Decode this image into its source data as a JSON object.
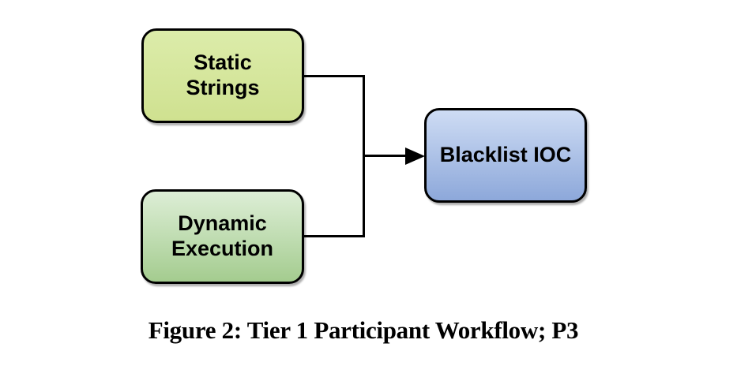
{
  "figure": {
    "caption": "Figure 2: Tier 1 Participant Workflow; P3",
    "background": "#ffffff",
    "connector_color": "#000000",
    "nodes": [
      {
        "id": "static-strings",
        "label": "Static Strings",
        "fill_top": "#dcecaa",
        "fill_bottom": "#cfe190",
        "border_color": "#000000"
      },
      {
        "id": "dynamic-execution",
        "label": "Dynamic Execution",
        "fill_top": "#ddeed6",
        "fill_bottom": "#a4cc8f",
        "border_color": "#000000"
      },
      {
        "id": "blacklist-ioc",
        "label": "Blacklist IOC",
        "fill_top": "#cedcf4",
        "fill_bottom": "#8da8da",
        "border_color": "#000000"
      }
    ],
    "edges": [
      {
        "from": "static-strings",
        "to": "blacklist-ioc",
        "style": "orthogonal-merge-arrow"
      },
      {
        "from": "dynamic-execution",
        "to": "blacklist-ioc",
        "style": "orthogonal-merge-arrow"
      }
    ]
  }
}
